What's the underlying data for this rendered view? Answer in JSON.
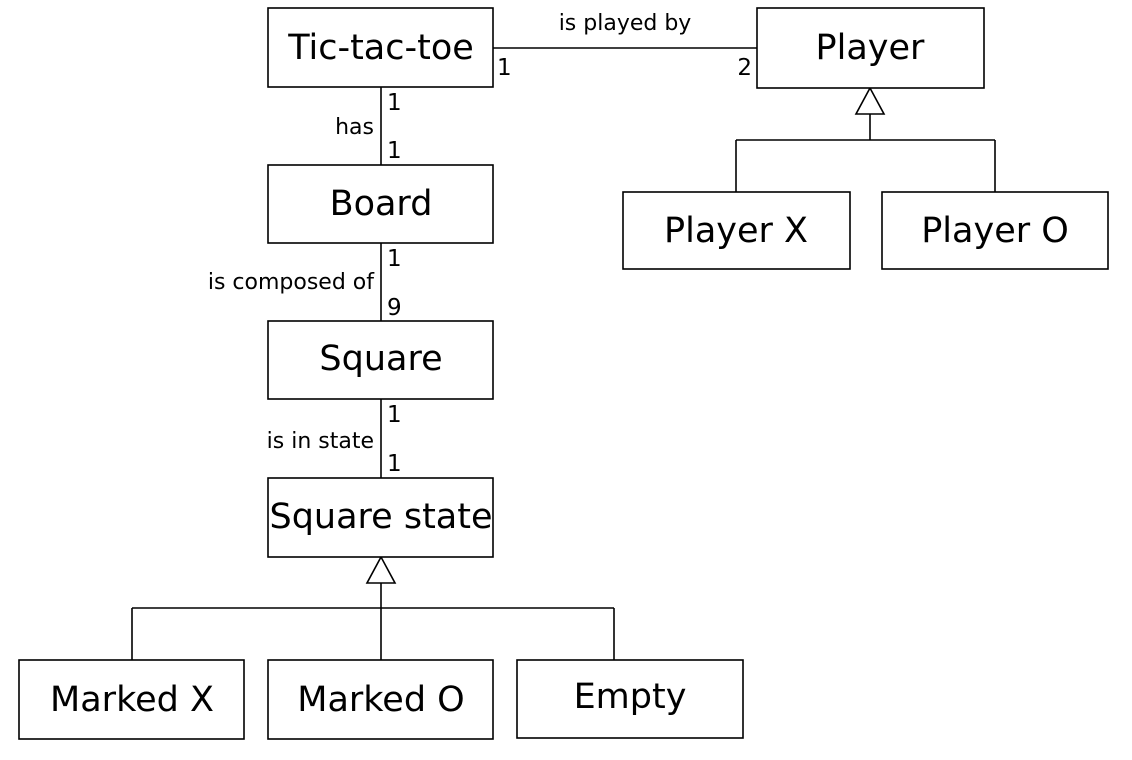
{
  "classes": {
    "tictactoe": "Tic-tac-toe",
    "player": "Player",
    "player_x": "Player X",
    "player_o": "Player O",
    "board": "Board",
    "square": "Square",
    "square_state": "Square state",
    "marked_x": "Marked X",
    "marked_o": "Marked O",
    "empty": "Empty"
  },
  "associations": {
    "played_by": {
      "label": "is played by",
      "source_mult": "1",
      "target_mult": "2"
    },
    "has": {
      "label": "has",
      "source_mult": "1",
      "target_mult": "1"
    },
    "composed_of": {
      "label": "is composed of",
      "source_mult": "1",
      "target_mult": "9"
    },
    "in_state": {
      "label": "is in state",
      "source_mult": "1",
      "target_mult": "1"
    }
  },
  "colors": {
    "line": "#000000",
    "box_fill": "#ffffff",
    "background": "#ffffff"
  }
}
